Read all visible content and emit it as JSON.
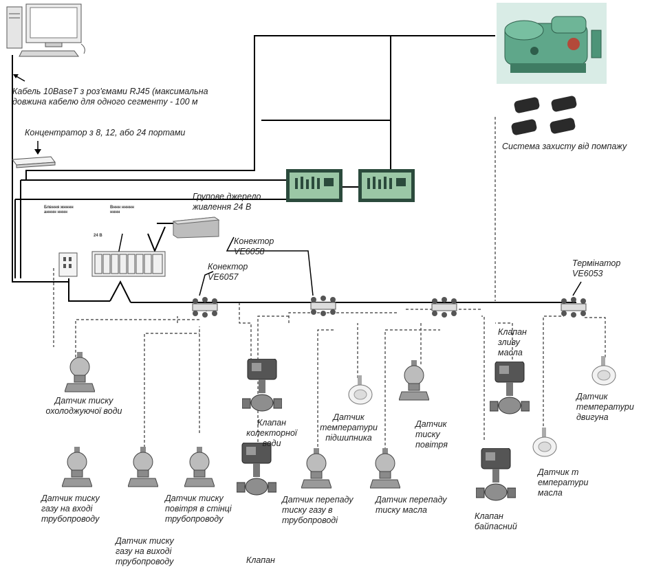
{
  "labels": {
    "cable": "Кабель 10BaseT з роз'ємами RJ45 (максимальна\nдовжина кабелю   для одного сегменту - 100 м",
    "hub": "Концентратор з 8, 12, або 24 портами",
    "surge_system": "Система захисту від помпажу",
    "power_supply": "Групове джерело\nживлення 24 В",
    "connector_1": "Конектор\nVE6058",
    "connector_2": "Конектор\nVE6057",
    "terminator": "Термінатор\nVE6053",
    "cooling_water_pressure": "Датчик тиску\nохолоджуючої води",
    "collector_water_valve": "Клапан\nколекторної\nводи",
    "bearing_temperature": "Датчик\nтемператури\nпідшипника",
    "air_pressure": "Датчик\nтиску\nповітря",
    "oil_drain_valve": "Клапан\nзливу\nмасла",
    "engine_temperature": "Датчик\nтемператури\nдвигуна",
    "gas_inlet_pressure": "Датчик тиску\nгазу на вході\nтрубопроводу",
    "gas_outlet_pressure": "Датчик тиску\nгазу на виході\nтрубопроводу",
    "wall_air_pressure": "Датчик тиску\nповітря в стінці\nтрубопроводу",
    "valve": "Клапан",
    "gas_diff_pressure": "Датчик перепаду\nтиску газу в\nтрубопроводі",
    "oil_diff_pressure": "Датчик перепаду\nтиску масла",
    "bypass_valve": "Клапан\nбайпасний",
    "oil_temperature": "Датчик т\nемператури\nмасла"
  },
  "tiny_labels": {
    "a": "Бпвння жнннн\nанннн нннн",
    "b": "Вннн ннннн\nнннн",
    "c": "24 В"
  },
  "colors": {
    "line": "#000000",
    "dashed": "#333333",
    "device_body": "#8a8a8a",
    "panel_green": "#9bc7a6",
    "compressor_green": "#5fa78a"
  },
  "icons": {
    "computer": "desktop-computer-icon",
    "hub": "network-hub-icon",
    "compressor": "compressor-unit-icon",
    "controller": "controller-panel-icon",
    "sensor": "pressure-transmitter-icon",
    "valve": "control-valve-icon",
    "temperature": "temperature-sensor-icon"
  }
}
